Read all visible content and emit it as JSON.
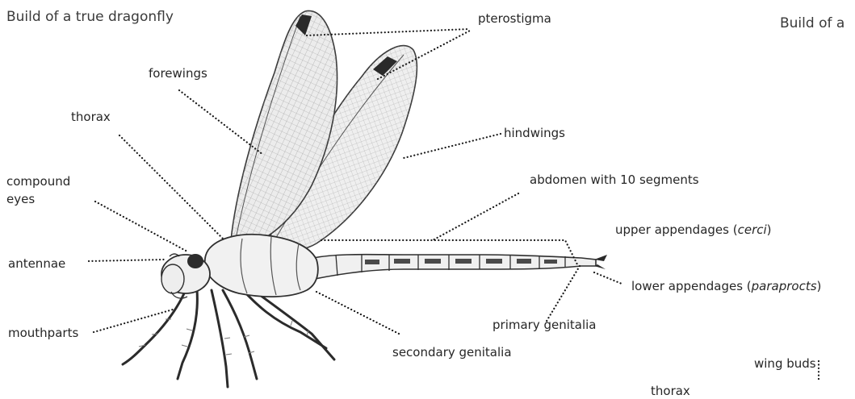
{
  "title": "Build of a true dragonfly",
  "title_right": "Build of a",
  "labels": {
    "pterostigma": "pterostigma",
    "forewings": "forewings",
    "thorax": "thorax",
    "hindwings": "hindwings",
    "compound_eyes_1": "compound",
    "compound_eyes_2": "eyes",
    "abdomen": "abdomen with 10 segments",
    "upper_appendages": "upper appendages (",
    "upper_appendages_latin": "cerci",
    "upper_appendages_close": ")",
    "antennae": "antennae",
    "lower_appendages": "lower appendages  (",
    "lower_appendages_latin": "paraprocts",
    "lower_appendages_close": ")",
    "primary_genitalia": "primary genitalia",
    "mouthparts": "mouthparts",
    "secondary_genitalia": "secondary genitalia",
    "wing_buds": "wing buds",
    "thorax_right": "thorax"
  },
  "colors": {
    "ink": "#262626",
    "leader": "#1a1a1a",
    "wing_fill": "#ededed",
    "body_fill": "#f1f1f1"
  }
}
